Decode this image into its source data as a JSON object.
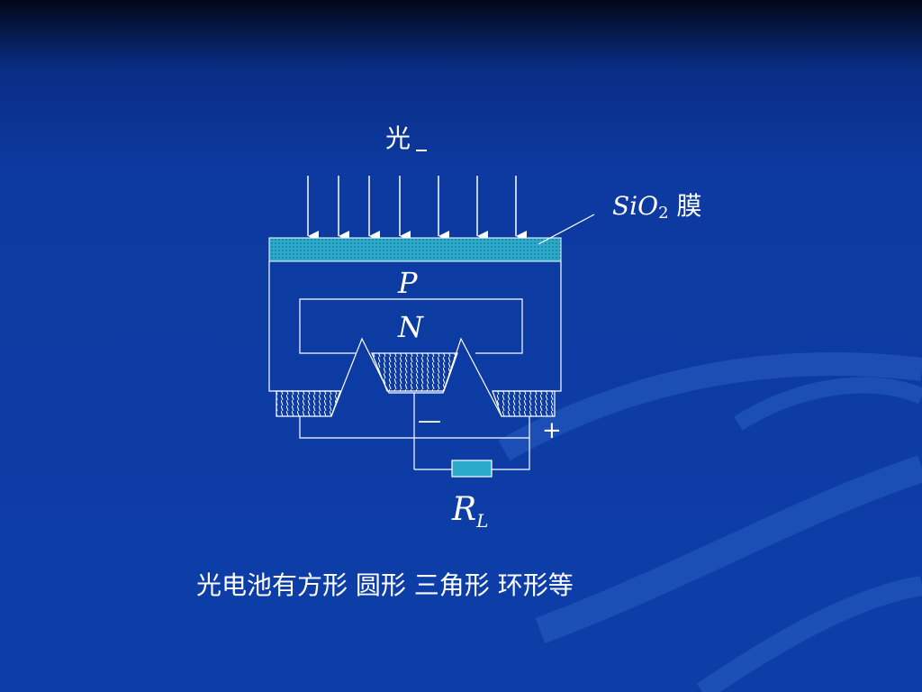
{
  "diagram": {
    "light_label": "光",
    "film_label_main": "SiO",
    "film_label_sub": "2",
    "film_label_suffix": "膜",
    "p_region_label": "P",
    "n_region_label": "N",
    "negative_terminal": "—",
    "positive_terminal": "+",
    "load_label_main": "R",
    "load_label_sub": "L"
  },
  "caption": "光电池有方形 圆形 三角形 环形等",
  "colors": {
    "background_top": "#020818",
    "background_main": "#0c3aa0",
    "line": "#ffffff",
    "film_fill": "#2aa9c9",
    "resistor_fill": "#2aa9c9"
  }
}
